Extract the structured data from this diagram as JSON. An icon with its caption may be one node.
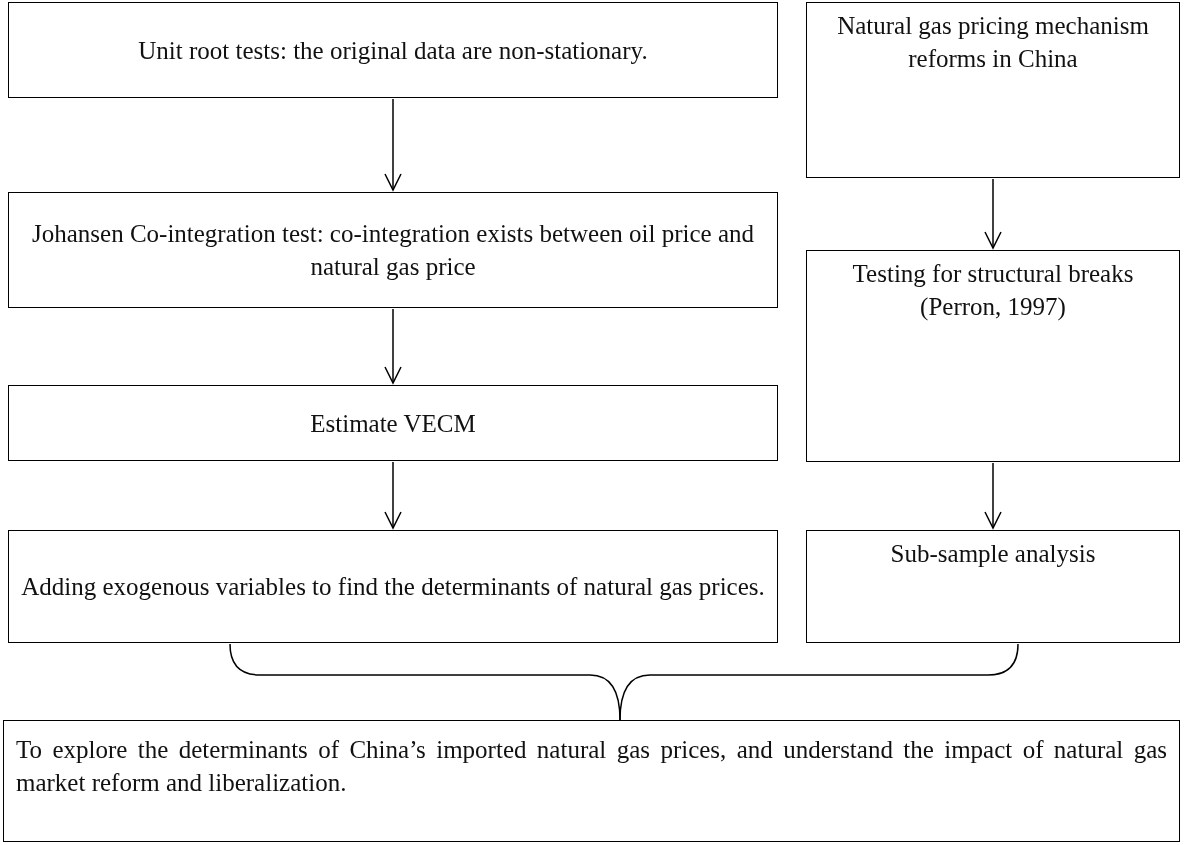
{
  "diagram": {
    "nodes": [
      {
        "text": [
          "Unit root tests: the original data are non-stationary."
        ]
      },
      {
        "text": [
          "Johansen Co-integration test: co-integration exists between oil price and natural gas price"
        ]
      },
      {
        "text": [
          "Estimate VECM"
        ]
      },
      {
        "text": [
          "Adding exogenous variables to find the determinants of natural gas prices."
        ]
      },
      {
        "text": [
          "Natural gas pricing mechanism reforms in China"
        ]
      },
      {
        "text": [
          "Testing for structural breaks (Perron, 1997)"
        ]
      },
      {
        "text": [
          "Sub-sample analysis"
        ]
      },
      {
        "text": [
          "To explore the determinants of China’s imported natural gas prices, and understand the impact of natural gas market reform and liberalization."
        ]
      }
    ],
    "edges": [
      {
        "from": 0,
        "to": 1,
        "arrow": "to"
      },
      {
        "from": 1,
        "to": 2,
        "arrow": "to"
      },
      {
        "from": 2,
        "to": 3,
        "arrow": "to"
      },
      {
        "from": 4,
        "to": 5,
        "arrow": "to"
      },
      {
        "from": 5,
        "to": 6,
        "arrow": "to"
      },
      {
        "from": 3,
        "to": 7,
        "arrow": "none"
      },
      {
        "from": 6,
        "to": 7,
        "arrow": "none"
      }
    ]
  }
}
